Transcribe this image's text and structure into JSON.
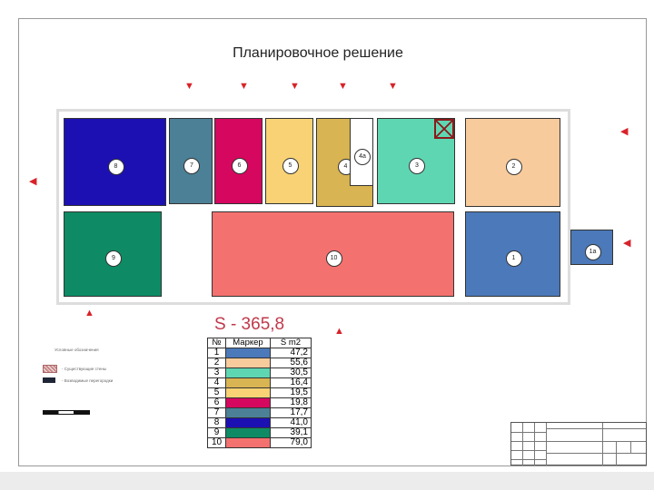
{
  "title": "Планировочное решение",
  "total_area": "S - 365,8",
  "rooms": [
    {
      "id": "8",
      "color": "#1c10b3"
    },
    {
      "id": "7",
      "color": "#4b8096"
    },
    {
      "id": "6",
      "color": "#d6075e"
    },
    {
      "id": "5",
      "color": "#f8d274"
    },
    {
      "id": "4",
      "color": "#d8b452"
    },
    {
      "id": "4a",
      "color": "#ffffff"
    },
    {
      "id": "3",
      "color": "#5fd6b2"
    },
    {
      "id": "2",
      "color": "#f8cb9c"
    },
    {
      "id": "9",
      "color": "#0e8b64"
    },
    {
      "id": "10",
      "color": "#f3716f"
    },
    {
      "id": "1",
      "color": "#4c79b9"
    },
    {
      "id": "1a",
      "color": "#4c79b9"
    }
  ],
  "table": {
    "headers": [
      "№",
      "Маркер",
      "S m2"
    ],
    "rows": [
      {
        "n": "1",
        "color": "#4c79b9",
        "s": "47,2"
      },
      {
        "n": "2",
        "color": "#f8cb9c",
        "s": "55,6"
      },
      {
        "n": "3",
        "color": "#5fd6b2",
        "s": "30,5"
      },
      {
        "n": "4",
        "color": "#d8b452",
        "s": "16,4"
      },
      {
        "n": "5",
        "color": "#f8d274",
        "s": "19,5"
      },
      {
        "n": "6",
        "color": "#d6075e",
        "s": "19,8"
      },
      {
        "n": "7",
        "color": "#4b8096",
        "s": "17,7"
      },
      {
        "n": "8",
        "color": "#1c10b3",
        "s": "41,0"
      },
      {
        "n": "9",
        "color": "#0e8b64",
        "s": "39,1"
      },
      {
        "n": "10",
        "color": "#f3716f",
        "s": "79,0"
      }
    ]
  },
  "legend": {
    "title": "Условные обозначения",
    "existing_walls": "- Существующие стены",
    "new_partitions": "- Возводимые перегородки"
  },
  "accent_color": "#d8222a"
}
